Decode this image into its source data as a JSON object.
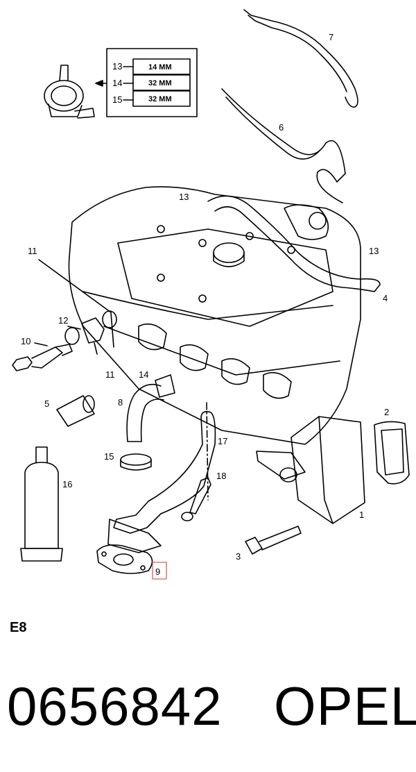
{
  "diagram": {
    "callouts": [
      "7",
      "6",
      "13",
      "13",
      "4",
      "11",
      "12",
      "10",
      "11",
      "14",
      "8",
      "5",
      "17",
      "2",
      "15",
      "16",
      "18",
      "1",
      "3",
      "9"
    ],
    "size_table": [
      {
        "ref": "13",
        "value": "14 MM"
      },
      {
        "ref": "14",
        "value": "32 MM"
      },
      {
        "ref": "15",
        "value": "32 MM"
      }
    ],
    "highlight_color": "#e05a5a"
  },
  "footer": {
    "section_code": "E8",
    "part_number": "0656842",
    "brand": "OPEL"
  }
}
